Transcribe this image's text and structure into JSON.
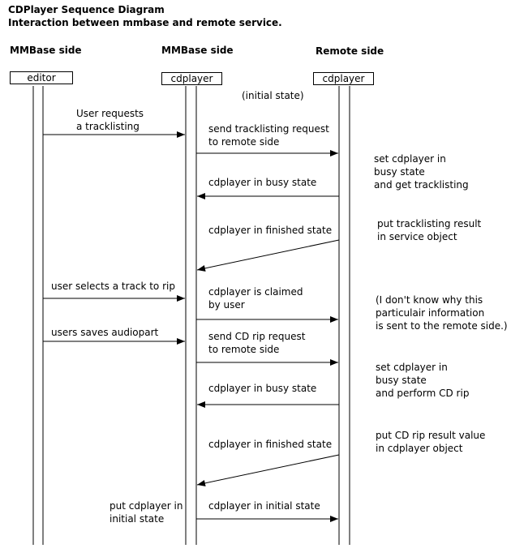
{
  "title": "CDPlayer Sequence Diagram",
  "subtitle": "Interaction between mmbase and remote service.",
  "lanes": [
    {
      "header": "MMBase side",
      "object": "editor"
    },
    {
      "header": "MMBase side",
      "object": "cdplayer"
    },
    {
      "header": "Remote side",
      "object": "cdplayer"
    }
  ],
  "initial_state_note": "(initial state)",
  "messages": [
    {
      "label": "User requests\na tracklisting",
      "from": 0,
      "to": 1
    },
    {
      "label": "send tracklisting request\nto remote side",
      "from": 1,
      "to": 2
    },
    {
      "label": "cdplayer in busy state",
      "from": 2,
      "to": 1
    },
    {
      "label": "cdplayer in finished state",
      "from": 2,
      "to": 1
    },
    {
      "label": "user selects a track to rip",
      "from": 0,
      "to": 1
    },
    {
      "label": "cdplayer is claimed\nby user",
      "from": 1,
      "to": 2
    },
    {
      "label": "users saves audiopart",
      "from": 0,
      "to": 1
    },
    {
      "label": "send CD rip request\nto remote side",
      "from": 1,
      "to": 2
    },
    {
      "label": "cdplayer in busy state",
      "from": 2,
      "to": 1
    },
    {
      "label": "cdplayer in finished state",
      "from": 2,
      "to": 1
    },
    {
      "label": "cdplayer in initial state",
      "from": 1,
      "to": 2
    }
  ],
  "notes": [
    "set cdplayer in\nbusy state\nand get tracklisting",
    "put tracklisting result\nin service object",
    "(I don't know why this\nparticulair information\nis sent to the remote side.)",
    "set cdplayer in\nbusy state\nand perform CD rip",
    "put CD rip result value\nin cdplayer object",
    "put cdplayer in\ninitial state"
  ]
}
